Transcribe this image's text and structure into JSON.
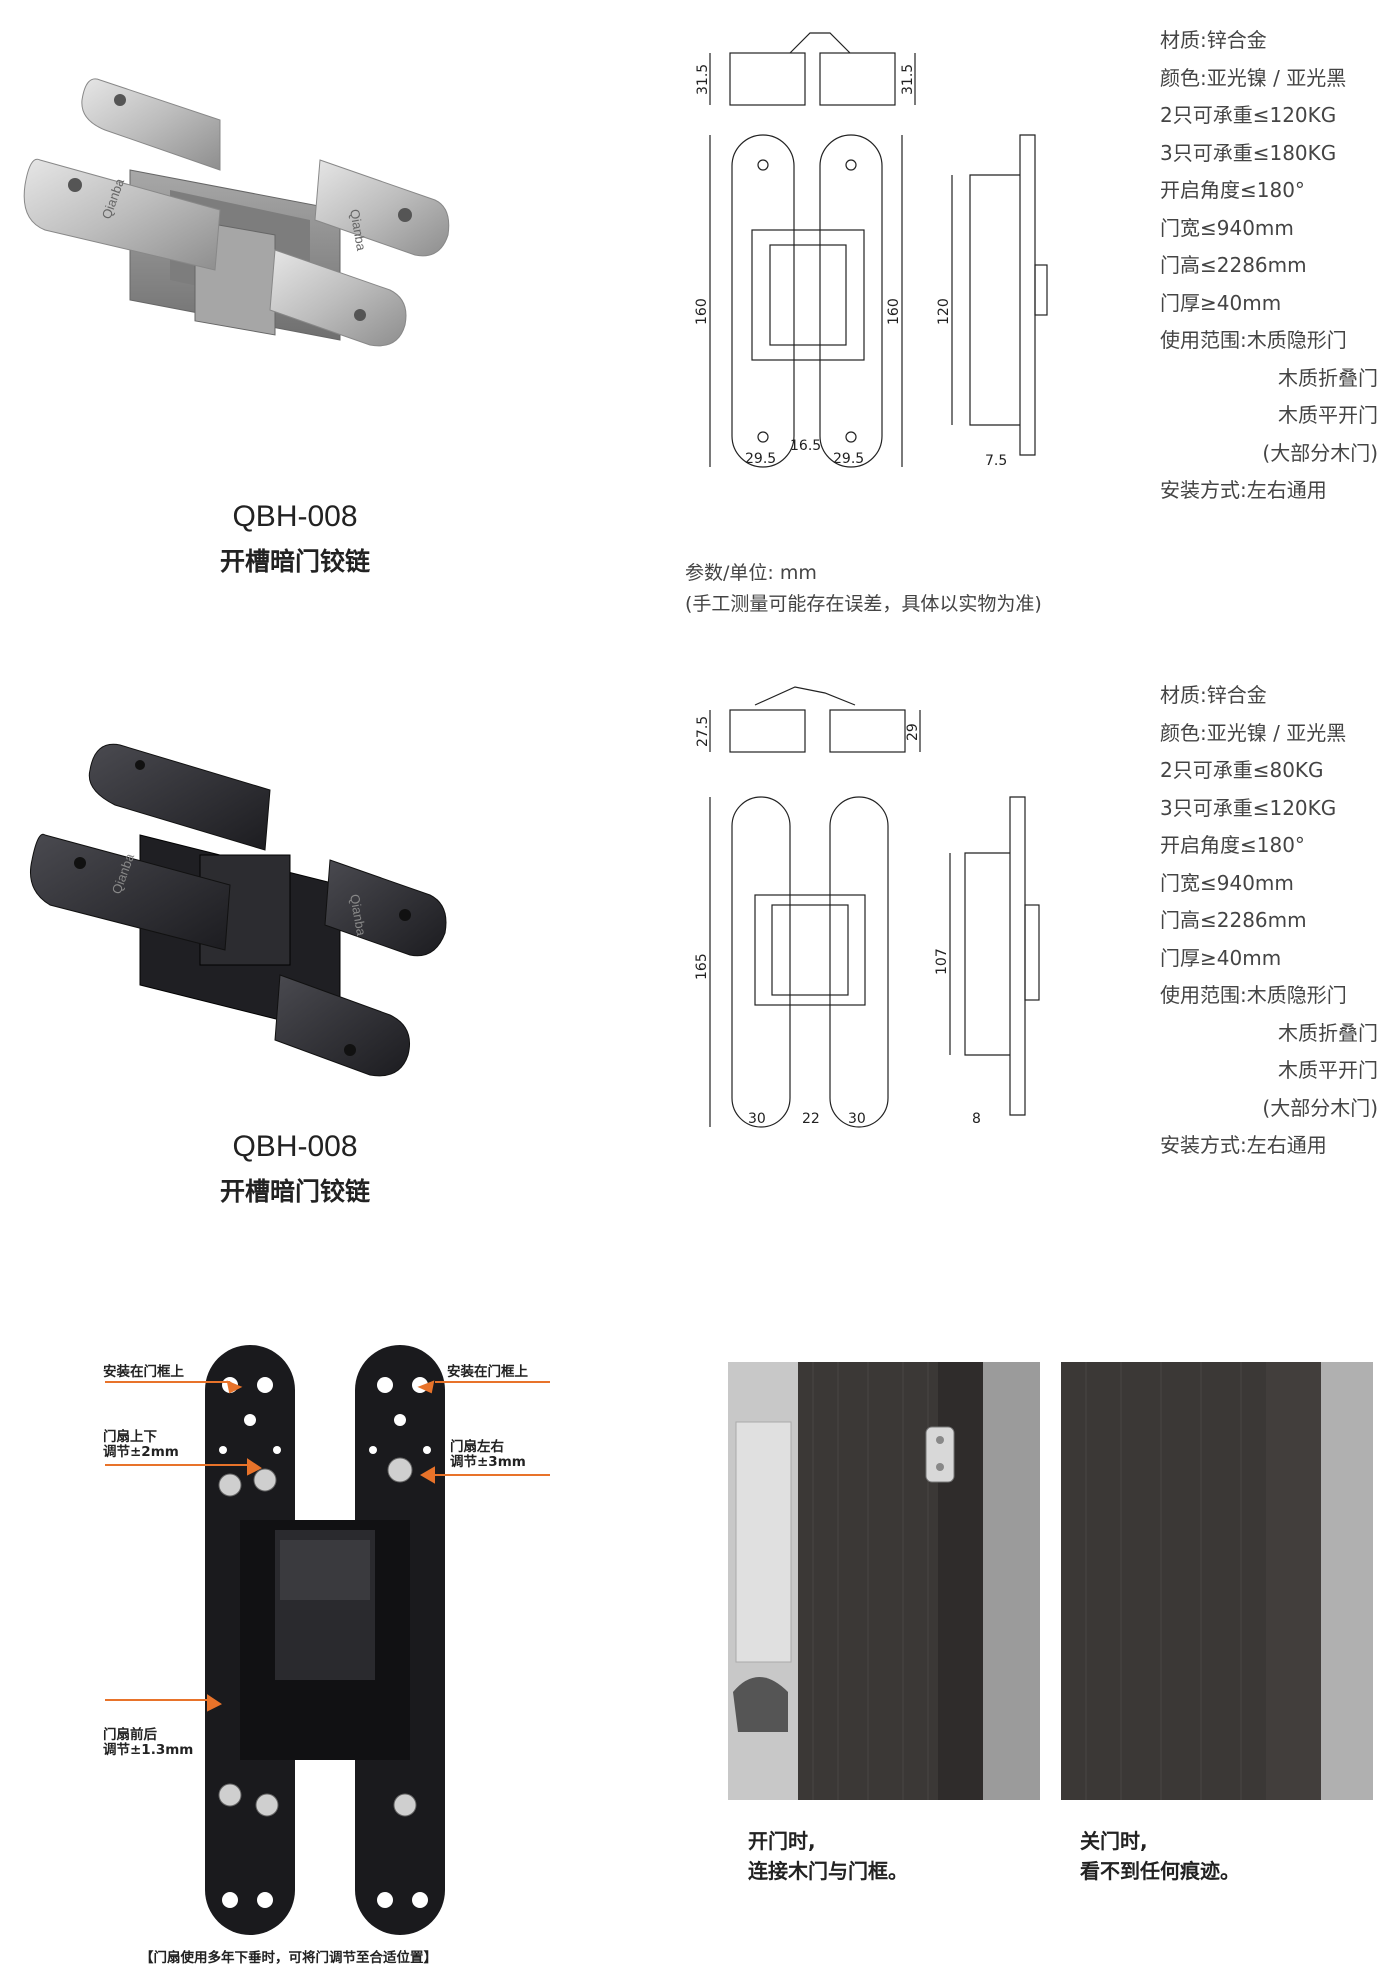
{
  "product1": {
    "model": "QBH-008",
    "name": "开槽暗门铰链",
    "brand_mark": "Qianba",
    "specs": [
      "材质:锌合金",
      "颜色:亚光镍 / 亚光黑",
      "2只可承重≤120KG",
      "3只可承重≤180KG",
      "开启角度≤180°",
      "门宽≤940mm",
      "门高≤2286mm",
      "门厚≥40mm",
      "使用范围:木质隐形门",
      "木质折叠门",
      "木质平开门",
      "(大部分木门)",
      "安装方式:左右通用"
    ],
    "dims": {
      "top_left": "31.5",
      "top_right": "31.5",
      "h_left": "160",
      "h_right": "160",
      "h_inner": "120",
      "gap": "16.5",
      "w_left": "29.5",
      "w_right": "29.5",
      "thick": "7.5"
    }
  },
  "units_note": {
    "line1": "参数/单位: mm",
    "line2": "(手工测量可能存在误差，具体以实物为准)"
  },
  "product2": {
    "model": "QBH-008",
    "name": "开槽暗门铰链",
    "brand_mark": "Qianba",
    "specs": [
      "材质:锌合金",
      "颜色:亚光镍 / 亚光黑",
      "2只可承重≤80KG",
      "3只可承重≤120KG",
      "开启角度≤180°",
      "门宽≤940mm",
      "门高≤2286mm",
      "门厚≥40mm",
      "使用范围:木质隐形门",
      "木质折叠门",
      "木质平开门",
      "(大部分木门)",
      "安装方式:左右通用"
    ],
    "dims": {
      "top_left": "27.5",
      "top_right": "29",
      "h_left": "165",
      "h_inner": "107",
      "w_left": "30",
      "gap": "22",
      "w_right": "30",
      "thick": "8"
    }
  },
  "callouts": {
    "mount_left": "安装在门框上",
    "mount_right": "安装在门框上",
    "ud_l1": "门扇上下",
    "ud_l2": "调节±2mm",
    "lr_l1": "门扇左右",
    "lr_l2": "调节±3mm",
    "fb_l1": "门扇前后",
    "fb_l2": "调节±1.3mm",
    "bottom": "【门扇使用多年下垂时，可将门调节至合适位置】"
  },
  "captions": {
    "open_l1": "开门时,",
    "open_l2": "连接木门与门框。",
    "closed_l1": "关门时,",
    "closed_l2": "看不到任何痕迹。"
  },
  "colors": {
    "accent": "#e8732a",
    "metal_light": "#c9c9c9",
    "metal_dark": "#2a2a2e",
    "door": "#3b3836"
  }
}
